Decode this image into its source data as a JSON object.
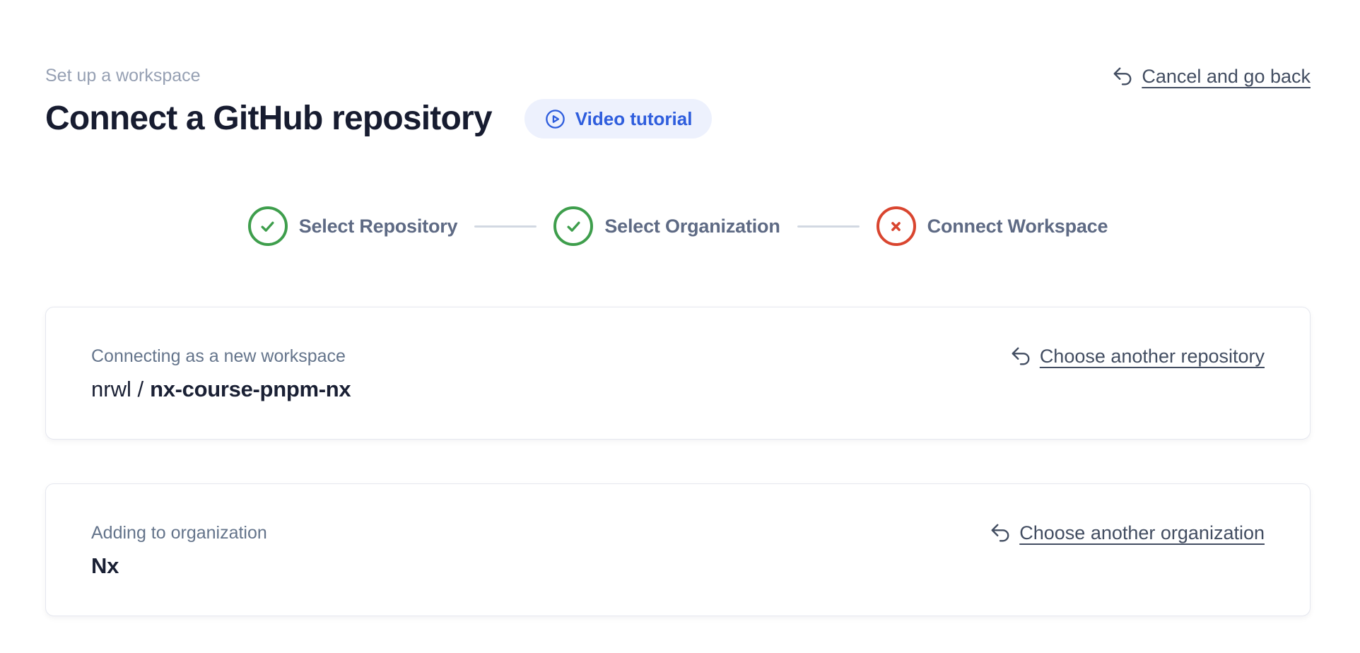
{
  "page": {
    "eyebrow": "Set up a workspace",
    "title": "Connect a GitHub repository",
    "video_tutorial_label": "Video tutorial",
    "cancel_label": "Cancel and go back"
  },
  "icons": {
    "play": "play-circle-icon",
    "undo": "arrow-uturn-left-icon",
    "step_complete": "check-circle-icon",
    "step_error": "x-circle-icon"
  },
  "colors": {
    "accent_blue": "#2e5ddd",
    "pill_background": "#edf1fd",
    "step_complete_green": "#3e9e4c",
    "step_error_red": "#d9452f",
    "link_slate": "#424d61",
    "card_border": "#e5e7ef"
  },
  "stepper": {
    "steps": [
      {
        "label": "Select Repository",
        "status": "complete"
      },
      {
        "label": "Select Organization",
        "status": "complete"
      },
      {
        "label": "Connect Workspace",
        "status": "error"
      }
    ]
  },
  "cards": {
    "repository": {
      "label": "Connecting as a new workspace",
      "value_prefix": "nrwl /",
      "value_name": "nx-course-pnpm-nx",
      "action_label": "Choose another repository"
    },
    "organization": {
      "label": "Adding to organization",
      "value": "Nx",
      "action_label": "Choose another organization"
    }
  }
}
